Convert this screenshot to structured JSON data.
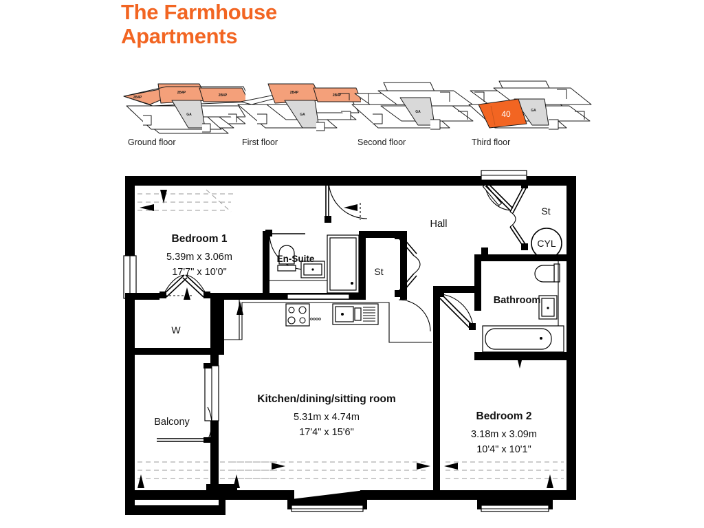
{
  "title": {
    "line1": "The Farmhouse",
    "line2": "Apartments",
    "color": "#F26522"
  },
  "floor_key": {
    "items": [
      {
        "label": "Ground floor",
        "highlight": "none",
        "units_orange": 3,
        "unit_code": "2B4P",
        "core_code": "GA"
      },
      {
        "label": "First floor",
        "highlight": "none",
        "units_orange": 2,
        "unit_code": "2B4P",
        "core_code": "GA"
      },
      {
        "label": "Second floor",
        "highlight": "none",
        "units_orange": 0,
        "unit_code": "",
        "core_code": "GA"
      },
      {
        "label": "Third floor",
        "highlight": "this-apartment",
        "plot_number": "40",
        "core_code": "GA"
      }
    ],
    "colors": {
      "peach": "#F4A07A",
      "bright_orange": "#F26522",
      "grey_core": "#D9D9D9",
      "outline": "#1a1a1a"
    }
  },
  "plan": {
    "rooms": [
      {
        "key": "bedroom1",
        "name": "Bedroom 1",
        "metric": "5.39m x 3.06m",
        "imperial": "17'7\" x 10'0\""
      },
      {
        "key": "kitchen",
        "name": "Kitchen/dining/sitting room",
        "metric": "5.31m x 4.74m",
        "imperial": "17'4\" x 15'6\""
      },
      {
        "key": "bedroom2",
        "name": "Bedroom 2",
        "metric": "3.18m x 3.09m",
        "imperial": "10'4\" x 10'1\""
      }
    ],
    "labels": {
      "ensuite": "En-Suite",
      "bathroom": "Bathroom",
      "hall": "Hall",
      "balcony": "Balcony",
      "storage_upper": "St",
      "storage_hall": "St",
      "cylinder": "CYL",
      "wardrobe": "W"
    }
  }
}
